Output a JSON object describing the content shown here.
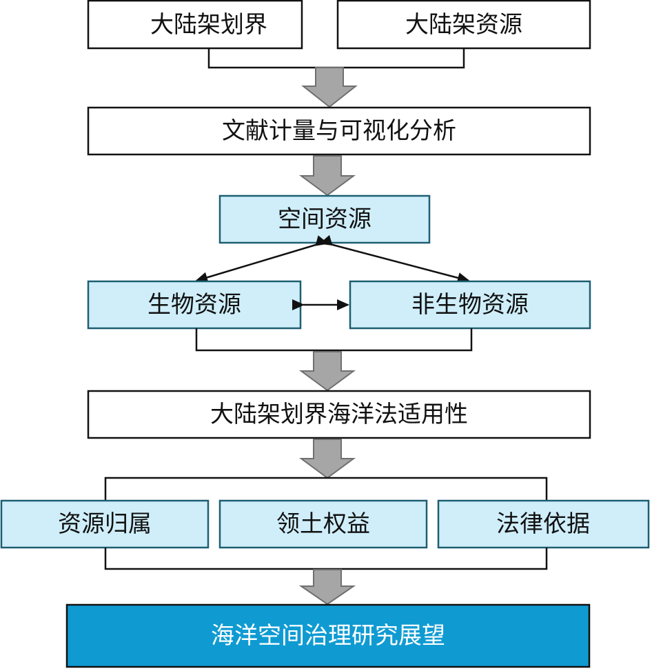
{
  "colors": {
    "plain_fill": "#ffffff",
    "plain_stroke": "#111111",
    "highlight_fill": "#cfeefa",
    "highlight_stroke": "#1d5e72",
    "dark_fill": "#0f9bd2",
    "dark_stroke": "#111111",
    "arrow_fill": "#a6a6a6",
    "arrow_stroke": "#6f6f6f"
  },
  "nodes": {
    "demarcation": "大陆架划界",
    "resources": "大陆架资源",
    "bibliometrics": "文献计量与可视化分析",
    "spatial": "空间资源",
    "biological": "生物资源",
    "nonbiological": "非生物资源",
    "applicability": "大陆架划界海洋法适用性",
    "ownership": "资源归属",
    "territorial": "领土权益",
    "legal_basis": "法律依据",
    "outlook": "海洋空间治理研究展望"
  }
}
